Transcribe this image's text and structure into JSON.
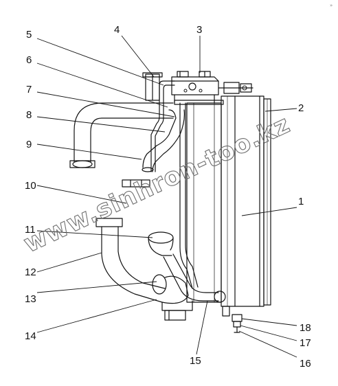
{
  "callouts": [
    "1",
    "2",
    "3",
    "4",
    "5",
    "6",
    "7",
    "8",
    "9",
    "10",
    "11",
    "12",
    "13",
    "14",
    "15",
    "16",
    "17",
    "18"
  ],
  "watermark": "www.sinhron-too.kz",
  "corner_mark": "»"
}
